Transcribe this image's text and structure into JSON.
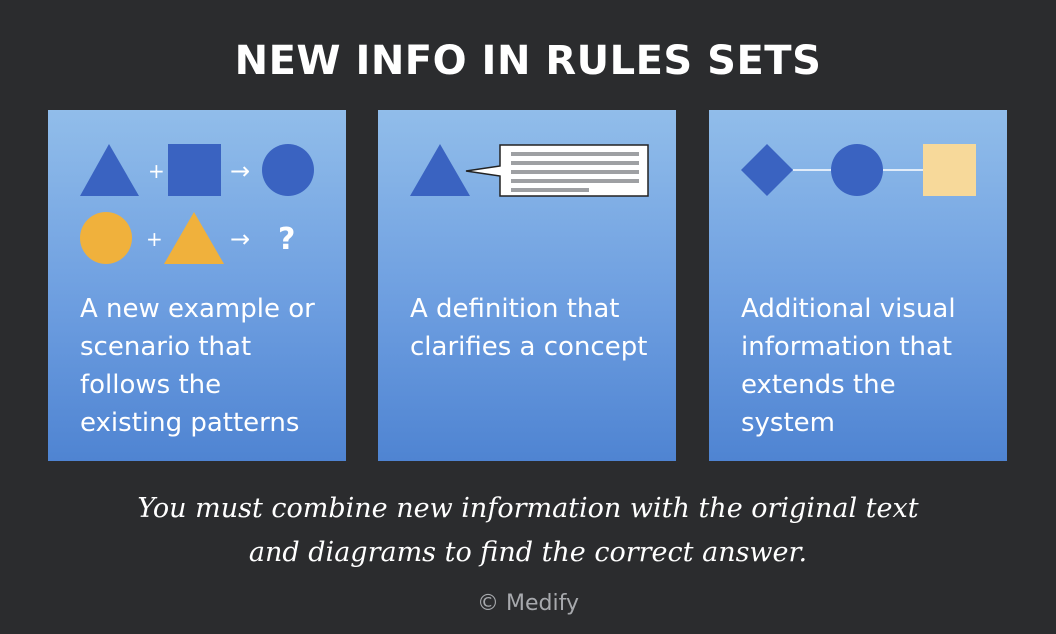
{
  "title": "NEW INFO IN RULES SETS",
  "colors": {
    "background": "#2b2c2e",
    "shape_blue": "#3a63c1",
    "shape_orange": "#f0b13c",
    "shape_cream": "#f7d99a",
    "card_top": "#91bdea",
    "card_bottom": "#4f84d2"
  },
  "cards": [
    {
      "icons": [
        "blue-triangle",
        "plus",
        "blue-square",
        "arrow",
        "blue-circle",
        "orange-circle",
        "plus",
        "orange-triangle",
        "arrow",
        "question-mark"
      ],
      "plus_symbol": "+",
      "arrow_symbol": "→",
      "unknown_symbol": "?",
      "text": "A new example or scenario that follows the existing patterns"
    },
    {
      "icons": [
        "blue-triangle",
        "definition-callout"
      ],
      "text": "A definition that clarifies a concept"
    },
    {
      "icons": [
        "blue-diamond",
        "blue-circle",
        "cream-square"
      ],
      "text": "Additional visual information that extends the system"
    }
  ],
  "caption": {
    "line1": "You must combine new information with the original text",
    "line2": "and diagrams to find the correct answer."
  },
  "copyright": "© Medify"
}
